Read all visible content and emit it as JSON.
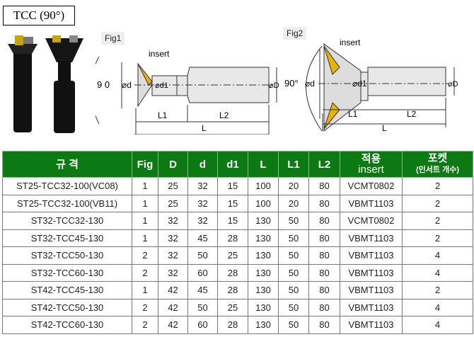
{
  "title": "TCC (90°)",
  "fig1": {
    "label": "Fig1",
    "insert": "insert",
    "angle": "9 0",
    "d": "⌀d",
    "d1": "⌀d1",
    "D": "⌀D",
    "L1": "L1",
    "L2": "L2",
    "L": "L"
  },
  "fig2": {
    "label": "Fig2",
    "insert": "insert",
    "angle": "90°",
    "d": "⌀d",
    "d1": "⌀d1",
    "D": "⌀D",
    "L1": "L1",
    "L2": "L2",
    "L": "L"
  },
  "table": {
    "headers": [
      "규 격",
      "Fig",
      "D",
      "d",
      "d1",
      "L",
      "L1",
      "L2",
      "적용",
      "insert",
      "포켓",
      "(인서트 개수)"
    ],
    "rows": [
      [
        "ST25-TCC32-100(VC08)",
        "1",
        "25",
        "32",
        "15",
        "100",
        "20",
        "80",
        "VCMT0802",
        "2"
      ],
      [
        "ST25-TCC32-100(VB11)",
        "1",
        "25",
        "32",
        "15",
        "100",
        "20",
        "80",
        "VBMT1103",
        "2"
      ],
      [
        "ST32-TCC32-130",
        "1",
        "32",
        "32",
        "15",
        "130",
        "50",
        "80",
        "VCMT0802",
        "2"
      ],
      [
        "ST32-TCC45-130",
        "1",
        "32",
        "45",
        "28",
        "130",
        "50",
        "80",
        "VBMT1103",
        "2"
      ],
      [
        "ST32-TCC50-130",
        "2",
        "32",
        "50",
        "25",
        "130",
        "50",
        "80",
        "VBMT1103",
        "4"
      ],
      [
        "ST32-TCC60-130",
        "2",
        "32",
        "60",
        "28",
        "130",
        "50",
        "80",
        "VBMT1103",
        "4"
      ],
      [
        "ST42-TCC45-130",
        "1",
        "42",
        "45",
        "28",
        "130",
        "50",
        "80",
        "VBMT1103",
        "2"
      ],
      [
        "ST42-TCC50-130",
        "2",
        "42",
        "50",
        "25",
        "130",
        "50",
        "80",
        "VBMT1103",
        "4"
      ],
      [
        "ST42-TCC60-130",
        "2",
        "42",
        "60",
        "28",
        "130",
        "50",
        "80",
        "VBMT1103",
        "4"
      ]
    ]
  }
}
